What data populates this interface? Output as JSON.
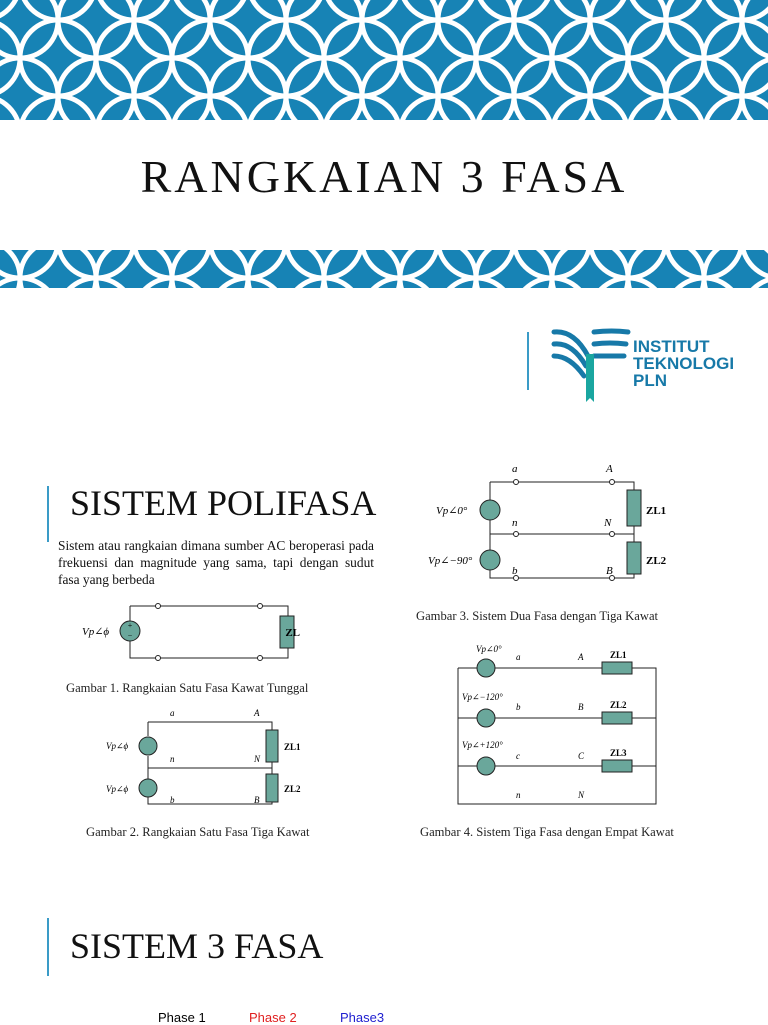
{
  "colors": {
    "accent": "#1783b5",
    "component": "#6aa79b",
    "phase1": "#000000",
    "phase2": "#e02020",
    "phase3": "#2020d0"
  },
  "title": "RANGKAIAN 3 FASA",
  "logo": {
    "icon": "itpln-logo-icon",
    "line1": "INSTITUT",
    "line2": "TEKNOLOGI",
    "line3": "PLN"
  },
  "section1": {
    "heading": "SISTEM POLIFASA",
    "description": "Sistem atau rangkaian dimana sumber AC beroperasi pada frekuensi dan magnitude yang sama, tapi dengan sudut fasa yang berbeda"
  },
  "figures": {
    "fig1": {
      "caption": "Gambar 1. Rangkaian Satu Fasa Kawat Tunggal",
      "source": "Vp∠ϕ",
      "load": "ZL"
    },
    "fig2": {
      "caption": "Gambar 2. Rangkaian Satu Fasa Tiga Kawat",
      "source1": "Vp∠ϕ",
      "source2": "Vp∠ϕ",
      "node_a": "a",
      "node_n": "n",
      "node_b": "b",
      "node_A": "A",
      "node_N": "N",
      "node_B": "B",
      "load1": "ZL1",
      "load2": "ZL2"
    },
    "fig3": {
      "caption": "Gambar 3. Sistem Dua Fasa dengan Tiga Kawat",
      "source1": "Vp∠0°",
      "source2": "Vp∠−90°",
      "node_a": "a",
      "node_n": "n",
      "node_b": "b",
      "node_A": "A",
      "node_N": "N",
      "node_B": "B",
      "load1": "ZL1",
      "load2": "ZL2"
    },
    "fig4": {
      "caption": "Gambar 4. Sistem Tiga Fasa dengan Empat Kawat",
      "source1": "Vp∠0°",
      "source2": "Vp∠−120°",
      "source3": "Vp∠+120°",
      "node_a": "a",
      "node_b": "b",
      "node_c": "c",
      "node_n": "n",
      "node_A": "A",
      "node_B": "B",
      "node_C": "C",
      "node_N": "N",
      "load1": "ZL1",
      "load2": "ZL2",
      "load3": "ZL3"
    }
  },
  "section2": {
    "heading": "SISTEM 3 FASA"
  },
  "legend": {
    "phase1": "Phase 1",
    "phase2": "Phase 2",
    "phase3": "Phase3"
  }
}
